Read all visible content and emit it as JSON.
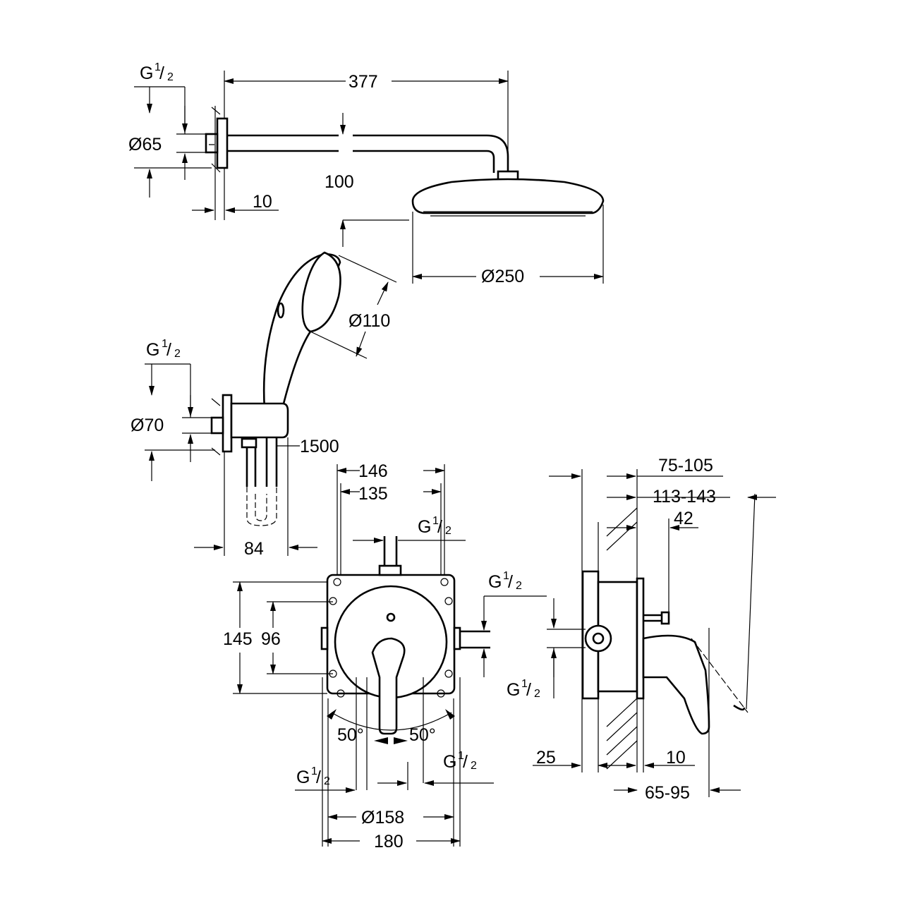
{
  "thread": {
    "main": "G",
    "sup": "1",
    "sub": "2"
  },
  "head_shower": {
    "arm_length": "377",
    "flange_diameter": "Ø65",
    "offset": "100",
    "flange_depth": "10",
    "head_diameter": "Ø250"
  },
  "hand_shower": {
    "head_diameter": "Ø110",
    "outlet_diameter": "Ø70",
    "hose_length": "1500",
    "projection": "84"
  },
  "mixer_front": {
    "width_outer": "146",
    "width_inner": "135",
    "height_outer": "145",
    "height_inner": "96",
    "angle_left": "50°",
    "angle_right": "50°",
    "plate_diameter": "Ø158",
    "overall_width": "180"
  },
  "mixer_side": {
    "depth_range_1": "75-105",
    "depth_range_2": "113-143",
    "depth_3": "42",
    "wall_offset": "25",
    "plate_depth": "10",
    "depth_range_3": "65-95"
  }
}
